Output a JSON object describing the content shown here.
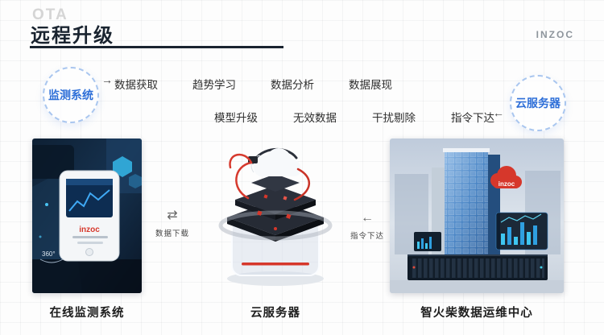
{
  "header": {
    "watermark": "OTA",
    "title": "远程升级",
    "brand": "INZOC"
  },
  "badges": {
    "monitoring": "监测系统",
    "cloud": "云服务器"
  },
  "flow": {
    "row1": [
      "数据获取",
      "趋势学习",
      "数据分析",
      "数据展现"
    ],
    "row2": [
      "模型升级",
      "无效数据",
      "干扰剔除",
      "指令下达"
    ]
  },
  "icons": {
    "arrow_right": "→",
    "arrow_left": "←",
    "arrow_swap": "⇄"
  },
  "connectors": {
    "download": "数据下载",
    "command": "指令下达"
  },
  "panels": {
    "monitor": {
      "caption": "在线监测系统",
      "device_brand": "inzoc",
      "rotate_label": "360°"
    },
    "cloud": {
      "caption": "云服务器"
    },
    "center": {
      "caption": "智火柴数据运维中心",
      "logo": "inzoc"
    }
  },
  "colors": {
    "accent_blue": "#2e6fd8",
    "brand_red": "#d6372b",
    "title_navy": "#1a2430"
  }
}
